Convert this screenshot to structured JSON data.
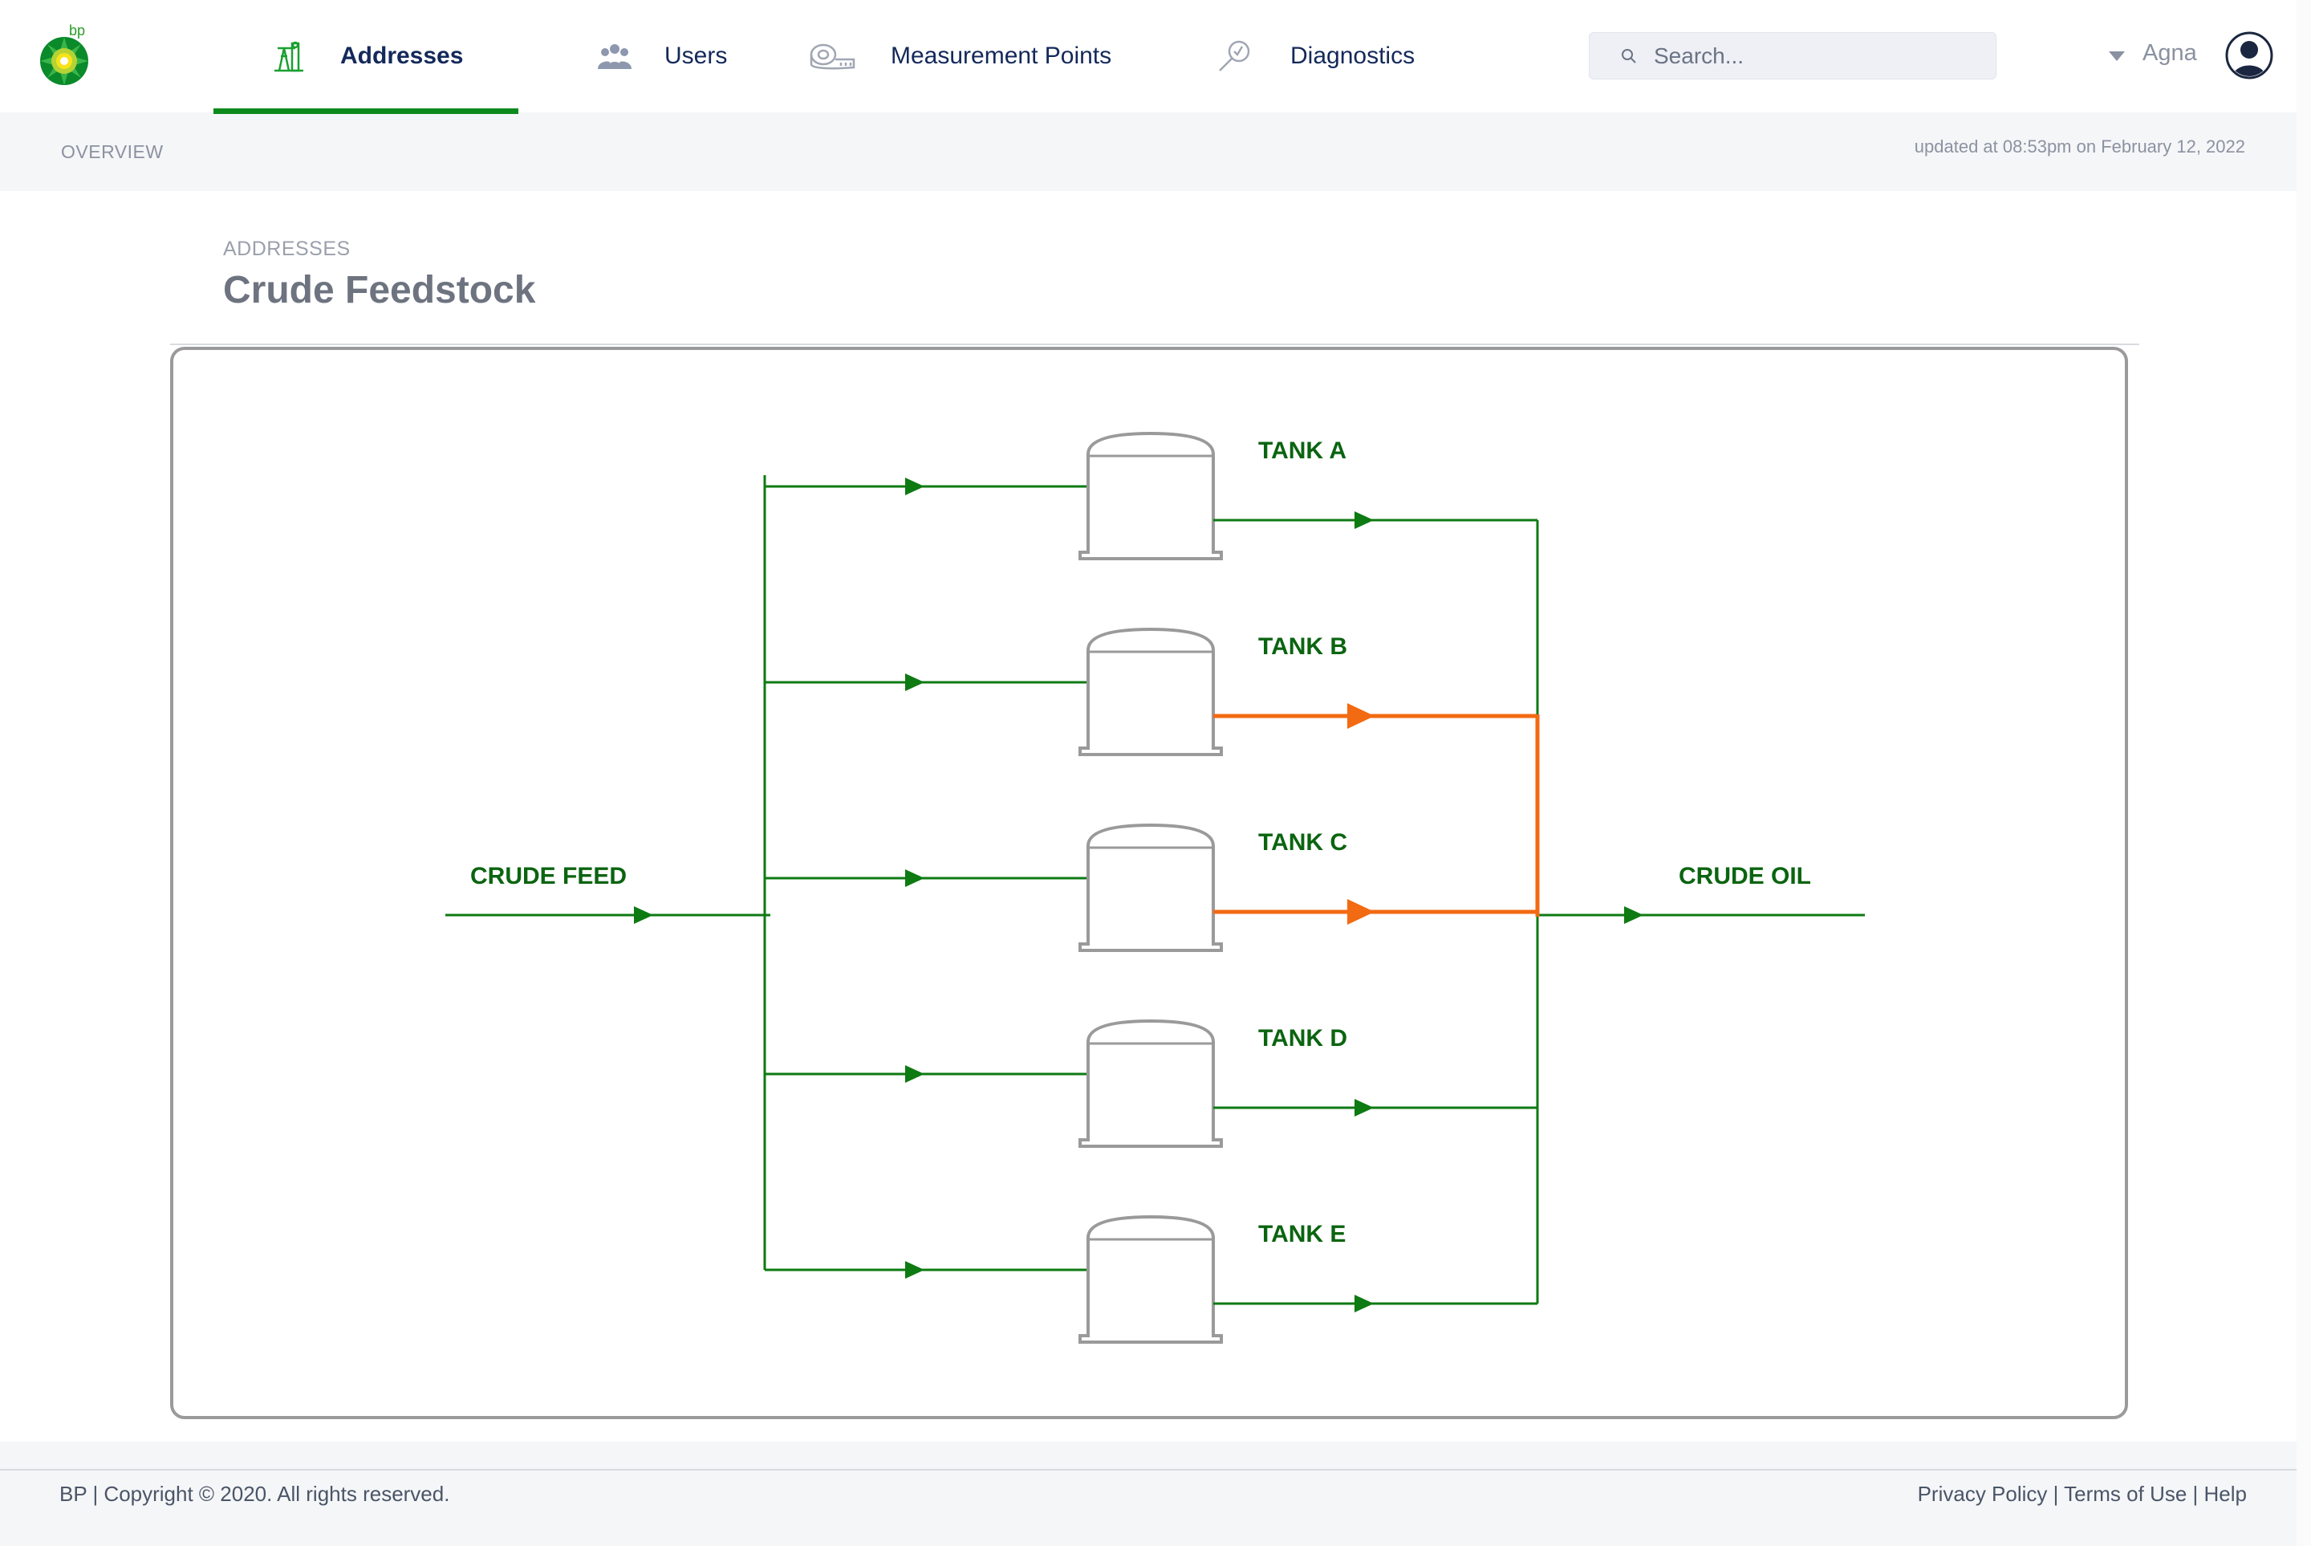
{
  "brand": {
    "logo_text": "bp"
  },
  "nav": {
    "items": [
      {
        "label": "Addresses",
        "icon": "oil-pump-icon",
        "active": true
      },
      {
        "label": "Users",
        "icon": "users-icon",
        "active": false
      },
      {
        "label": "Measurement Points",
        "icon": "meter-icon",
        "active": false
      },
      {
        "label": "Diagnostics",
        "icon": "diagnostics-icon",
        "active": false
      }
    ],
    "accent_color": "#0d8a1c"
  },
  "search": {
    "placeholder": "Search..."
  },
  "user": {
    "name": "Agna"
  },
  "subbar": {
    "section": "OVERVIEW",
    "updated": "updated at 08:53pm on February 12, 2022"
  },
  "page": {
    "breadcrumb": "ADDRESSES",
    "title": "Crude Feedstock"
  },
  "diagram": {
    "inlet_label": "CRUDE FEED",
    "outlet_label": "CRUDE OIL",
    "tanks": [
      {
        "label": "TANK  A",
        "outflow_active": false
      },
      {
        "label": "TANK  B",
        "outflow_active": true
      },
      {
        "label": "TANK  C",
        "outflow_active": true
      },
      {
        "label": "TANK  D",
        "outflow_active": false
      },
      {
        "label": "TANK  E",
        "outflow_active": false
      }
    ],
    "colors": {
      "flow": "#0e7a12",
      "active_flow": "#f26a12",
      "tank": "#9a9a9a",
      "label": "#0b6410"
    }
  },
  "footer": {
    "left_brand": "BP",
    "copyright": "Copyright © 2020. All rights reserved.",
    "links": [
      "Privacy Policy",
      "Terms of Use",
      "Help"
    ]
  }
}
